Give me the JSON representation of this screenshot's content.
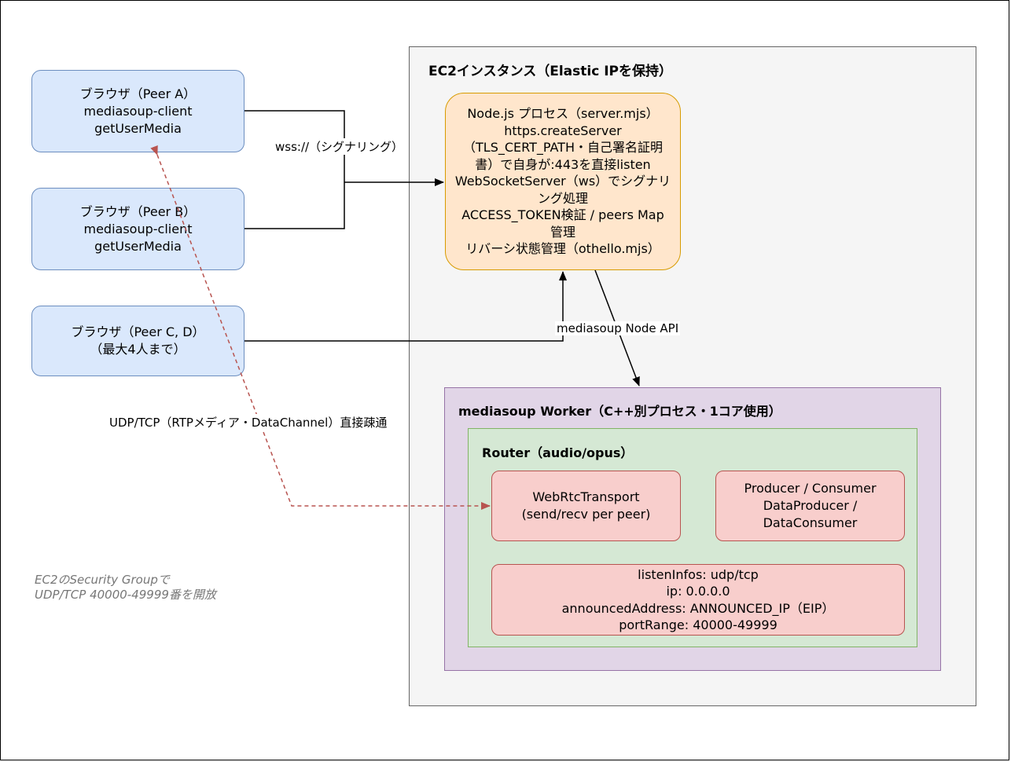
{
  "browsers": [
    {
      "lines": [
        "ブラウザ（Peer A）",
        "mediasoup-client",
        "getUserMedia"
      ]
    },
    {
      "lines": [
        "ブラウザ（Peer B）",
        "mediasoup-client",
        "getUserMedia"
      ]
    },
    {
      "lines": [
        "ブラウザ（Peer C, D）",
        "（最大4人まで）"
      ]
    }
  ],
  "ec2": {
    "title": "EC2インスタンス（Elastic IPを保持）"
  },
  "node_process": {
    "lines": [
      "Node.js プロセス（server.mjs）",
      "https.createServer",
      "（TLS_CERT_PATH・自己署名証明",
      "書）で自身が:443を直接listen",
      "WebSocketServer（ws）でシグナリ",
      "ング処理",
      "ACCESS_TOKEN検証 / peers Map",
      "管理",
      "リバーシ状態管理（othello.mjs）"
    ]
  },
  "worker": {
    "title": "mediasoup Worker（C++別プロセス・1コア使用）"
  },
  "router": {
    "title": "Router（audio/opus）"
  },
  "webrtc_transport": {
    "lines": [
      "WebRtcTransport",
      "(send/recv per peer)"
    ]
  },
  "producer_consumer": {
    "lines": [
      "Producer / Consumer",
      "DataProducer /",
      "DataConsumer"
    ]
  },
  "listen_infos": {
    "lines": [
      "listenInfos: udp/tcp",
      "ip: 0.0.0.0",
      "announcedAddress: ANNOUNCED_IP（EIP）",
      "portRange: 40000-49999"
    ]
  },
  "edges": {
    "wss_label": "wss://（シグナリング）",
    "mediasoup_api_label": "mediasoup Node API",
    "udp_label": "UDP/TCP（RTPメディア・DataChannel）直接疎通"
  },
  "note": {
    "lines": [
      "EC2のSecurity Groupで",
      "UDP/TCP 40000-49999番を開放"
    ]
  },
  "colors": {
    "browser_fill": "#dae8fc",
    "browser_stroke": "#6c8ebf",
    "node_fill": "#ffe6cc",
    "node_stroke": "#d79b00",
    "worker_fill": "#e1d5e7",
    "worker_stroke": "#9673a6",
    "router_fill": "#d5e8d4",
    "router_stroke": "#82b366",
    "red_fill": "#f8cecc",
    "red_stroke": "#b85450",
    "ec2_fill": "#f5f5f5",
    "dashed_arrow": "#b85450"
  }
}
